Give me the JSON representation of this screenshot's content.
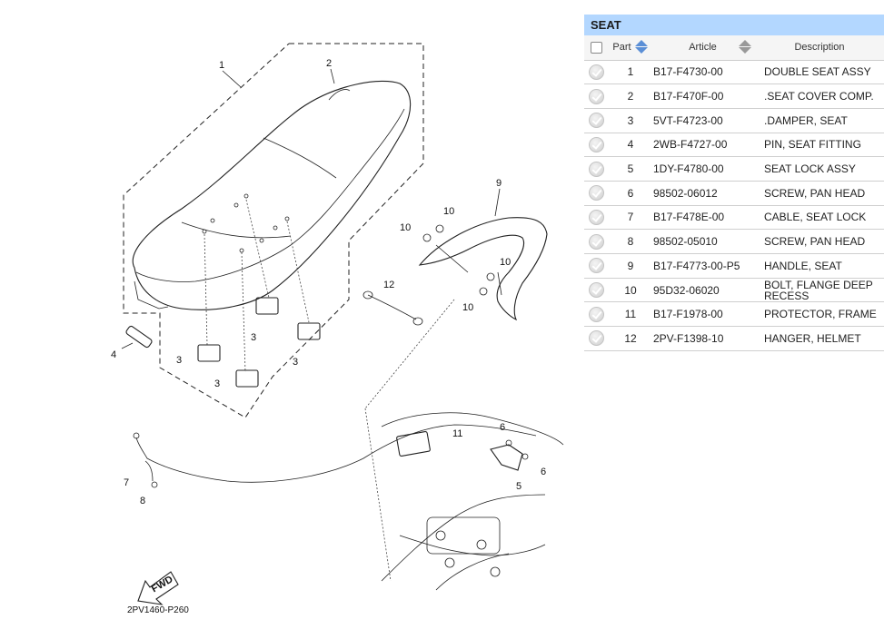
{
  "diagram": {
    "code": "2PV1460-P260",
    "fwd_label": "FWD",
    "callouts": [
      "1",
      "2",
      "3",
      "3",
      "3",
      "3",
      "4",
      "5",
      "6",
      "6",
      "7",
      "8",
      "9",
      "10",
      "10",
      "10",
      "10",
      "11",
      "12"
    ]
  },
  "panel": {
    "title": "SEAT",
    "headers": {
      "part": "Part",
      "article": "Article",
      "description": "Description"
    },
    "rows": [
      {
        "part": "1",
        "article": "B17-F4730-00",
        "description": "DOUBLE SEAT ASSY"
      },
      {
        "part": "2",
        "article": "B17-F470F-00",
        "description": ".SEAT COVER COMP."
      },
      {
        "part": "3",
        "article": "5VT-F4723-00",
        "description": ".DAMPER, SEAT"
      },
      {
        "part": "4",
        "article": "2WB-F4727-00",
        "description": "PIN, SEAT FITTING"
      },
      {
        "part": "5",
        "article": "1DY-F4780-00",
        "description": "SEAT LOCK ASSY"
      },
      {
        "part": "6",
        "article": "98502-06012",
        "description": "SCREW, PAN HEAD"
      },
      {
        "part": "7",
        "article": "B17-F478E-00",
        "description": "CABLE, SEAT LOCK"
      },
      {
        "part": "8",
        "article": "98502-05010",
        "description": "SCREW, PAN HEAD"
      },
      {
        "part": "9",
        "article": "B17-F4773-00-P5",
        "description": "HANDLE, SEAT"
      },
      {
        "part": "10",
        "article": "95D32-06020",
        "description": "BOLT, FLANGE DEEP RECESS"
      },
      {
        "part": "11",
        "article": "B17-F1978-00",
        "description": "PROTECTOR, FRAME"
      },
      {
        "part": "12",
        "article": "2PV-F1398-10",
        "description": "HANGER, HELMET"
      }
    ]
  }
}
